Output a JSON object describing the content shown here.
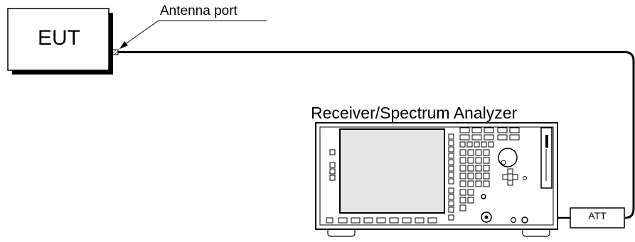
{
  "labels": {
    "eut": "EUT",
    "antenna_port": "Antenna port",
    "analyzer": "Receiver/Spectrum Analyzer",
    "attenuator": "ATT"
  }
}
